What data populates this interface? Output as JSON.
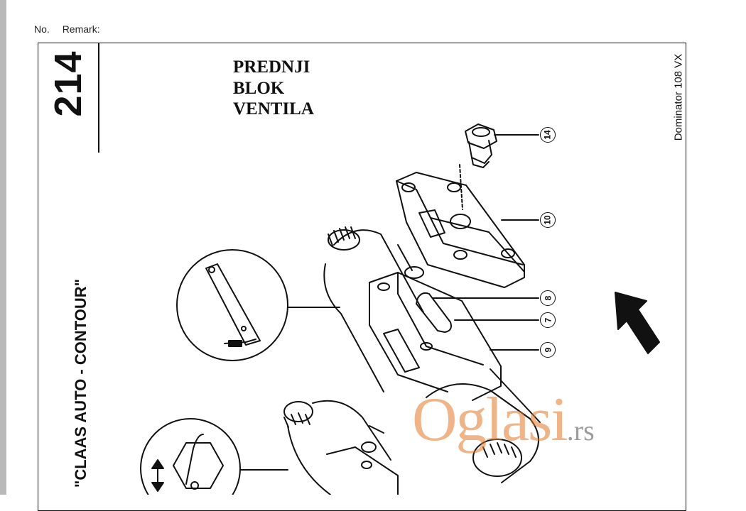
{
  "header": {
    "no_label": "No.",
    "remark_label": "Remark:"
  },
  "page": {
    "number": "214"
  },
  "title": {
    "line1": "PREDNJI",
    "line2": "BLOK",
    "line3": "VENTILA"
  },
  "side_label": "\"CLAAS AUTO - CONTOUR\"",
  "model_label": "Dominator 108 VX",
  "callouts": [
    {
      "number": "14"
    },
    {
      "number": "10"
    },
    {
      "number": "8"
    },
    {
      "number": "7"
    },
    {
      "number": "9"
    }
  ],
  "watermark": {
    "brand": "Oglasi",
    "tld": ".rs"
  },
  "colors": {
    "line": "#111111",
    "watermark": "#e07828",
    "sidebar": "#b9b9b9"
  }
}
